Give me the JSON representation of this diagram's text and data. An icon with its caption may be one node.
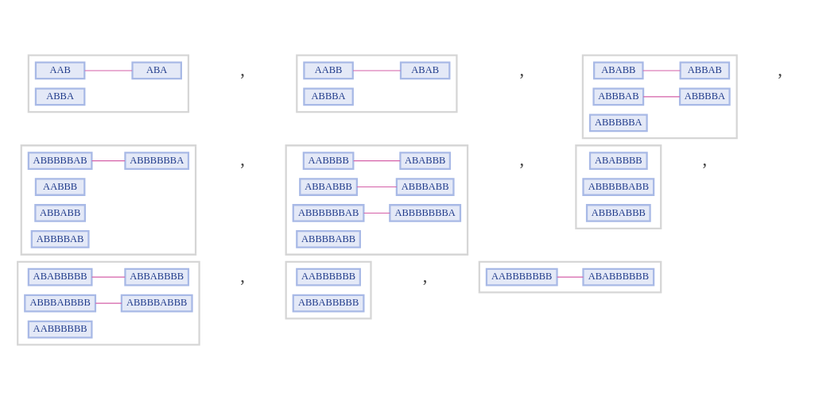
{
  "diagram": {
    "nodes": [
      {
        "text": [],
        "shape": "box"
      },
      {
        "text": [
          "AAB"
        ],
        "in": 0
      },
      {
        "text": [
          "ABA"
        ],
        "in": 0
      },
      {
        "text": [
          "ABBA"
        ],
        "in": 0
      },
      {
        "text": [],
        "shape": "box"
      },
      {
        "text": [
          "AABB"
        ],
        "in": 4
      },
      {
        "text": [
          "ABAB"
        ],
        "in": 4
      },
      {
        "text": [
          "ABBBA"
        ],
        "in": 4
      },
      {
        "text": [],
        "shape": "box"
      },
      {
        "text": [
          "ABABB"
        ],
        "in": 8
      },
      {
        "text": [
          "ABBAB"
        ],
        "in": 8
      },
      {
        "text": [
          "ABBBAB"
        ],
        "in": 8
      },
      {
        "text": [
          "ABBBBA"
        ],
        "in": 8
      },
      {
        "text": [
          "ABBBBBA"
        ],
        "in": 8
      },
      {
        "text": [],
        "shape": "box"
      },
      {
        "text": [
          "ABBBBBAB"
        ],
        "in": 14
      },
      {
        "text": [
          "ABBBBBBA"
        ],
        "in": 14
      },
      {
        "text": [
          "AABBB"
        ],
        "in": 14
      },
      {
        "text": [
          "ABBABB"
        ],
        "in": 14
      },
      {
        "text": [
          "ABBBBAB"
        ],
        "in": 14
      },
      {
        "text": [],
        "shape": "box"
      },
      {
        "text": [
          "AABBBB"
        ],
        "in": 20
      },
      {
        "text": [
          "ABABBB"
        ],
        "in": 20
      },
      {
        "text": [
          "ABBABBB"
        ],
        "in": 20
      },
      {
        "text": [
          "ABBBABB"
        ],
        "in": 20
      },
      {
        "text": [
          "ABBBBBBAB"
        ],
        "in": 20
      },
      {
        "text": [
          "ABBBBBBBA"
        ],
        "in": 20
      },
      {
        "text": [
          "ABBBBABB"
        ],
        "in": 20
      },
      {
        "text": [],
        "shape": "box"
      },
      {
        "text": [
          "ABABBBB"
        ],
        "in": 28
      },
      {
        "text": [
          "ABBBBBABB"
        ],
        "in": 28
      },
      {
        "text": [
          "ABBBABBB"
        ],
        "in": 28
      },
      {
        "text": [],
        "shape": "box"
      },
      {
        "text": [
          "ABABBBBB"
        ],
        "in": 32
      },
      {
        "text": [
          "ABBABBBB"
        ],
        "in": 32
      },
      {
        "text": [
          "ABBBABBBB"
        ],
        "in": 32
      },
      {
        "text": [
          "ABBBBABBB"
        ],
        "in": 32
      },
      {
        "text": [
          "AABBBBBB"
        ],
        "in": 32
      },
      {
        "text": [],
        "shape": "box"
      },
      {
        "text": [
          "AABBBBBB"
        ],
        "in": 38
      },
      {
        "text": [
          "ABBABBBBB"
        ],
        "in": 38
      },
      {
        "text": [],
        "shape": "box"
      },
      {
        "text": [
          "AABBBBBBB"
        ],
        "in": 41
      },
      {
        "text": [
          "ABABBBBBB"
        ],
        "in": 41
      }
    ],
    "edges": [
      {
        "from": 1,
        "to": 2,
        "arrow": "none"
      },
      {
        "from": 5,
        "to": 6,
        "arrow": "none"
      },
      {
        "from": 9,
        "to": 10,
        "arrow": "none"
      },
      {
        "from": 11,
        "to": 12,
        "arrow": "none"
      },
      {
        "from": 15,
        "to": 16,
        "arrow": "none"
      },
      {
        "from": 21,
        "to": 22,
        "arrow": "none"
      },
      {
        "from": 23,
        "to": 24,
        "arrow": "none"
      },
      {
        "from": 25,
        "to": 26,
        "arrow": "none"
      },
      {
        "from": 33,
        "to": 34,
        "arrow": "none"
      },
      {
        "from": 35,
        "to": 36,
        "arrow": "none"
      },
      {
        "from": 42,
        "to": 43,
        "arrow": "none"
      }
    ],
    "labels": [
      ",",
      ",",
      ",",
      ",",
      ",",
      ",",
      ",",
      ","
    ]
  }
}
